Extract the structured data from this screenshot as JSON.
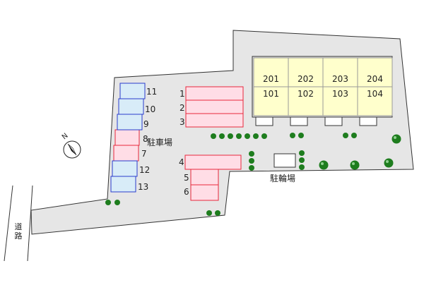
{
  "colors": {
    "lot_fill": "#e6e6e6",
    "outline": "#333333",
    "building_fill": "#ffffcc",
    "building_stroke": "#999999",
    "parking_red_fill": "#ffdde6",
    "parking_red_stroke": "#e8283c",
    "parking_blue_fill": "#d8ecf8",
    "parking_blue_stroke": "#2a3ccd",
    "tree": "#1e7d1e"
  },
  "building": {
    "units_upper": [
      "201",
      "202",
      "203",
      "204"
    ],
    "units_lower": [
      "101",
      "102",
      "103",
      "104"
    ]
  },
  "parking": {
    "label": "駐車場",
    "slots": [
      {
        "number": "1",
        "status": "red"
      },
      {
        "number": "2",
        "status": "red"
      },
      {
        "number": "3",
        "status": "red"
      },
      {
        "number": "4",
        "status": "red"
      },
      {
        "number": "5",
        "status": "red"
      },
      {
        "number": "6",
        "status": "red"
      },
      {
        "number": "7",
        "status": "red"
      },
      {
        "number": "8",
        "status": "red"
      },
      {
        "number": "9",
        "status": "blue"
      },
      {
        "number": "10",
        "status": "blue"
      },
      {
        "number": "11",
        "status": "blue"
      },
      {
        "number": "12",
        "status": "blue"
      },
      {
        "number": "13",
        "status": "blue"
      }
    ]
  },
  "bicycle_parking": {
    "label": "駐輪場"
  },
  "road": {
    "label_chars": [
      "道",
      "路"
    ]
  },
  "compass": {
    "label": "N",
    "icon": "north-arrow-icon"
  }
}
